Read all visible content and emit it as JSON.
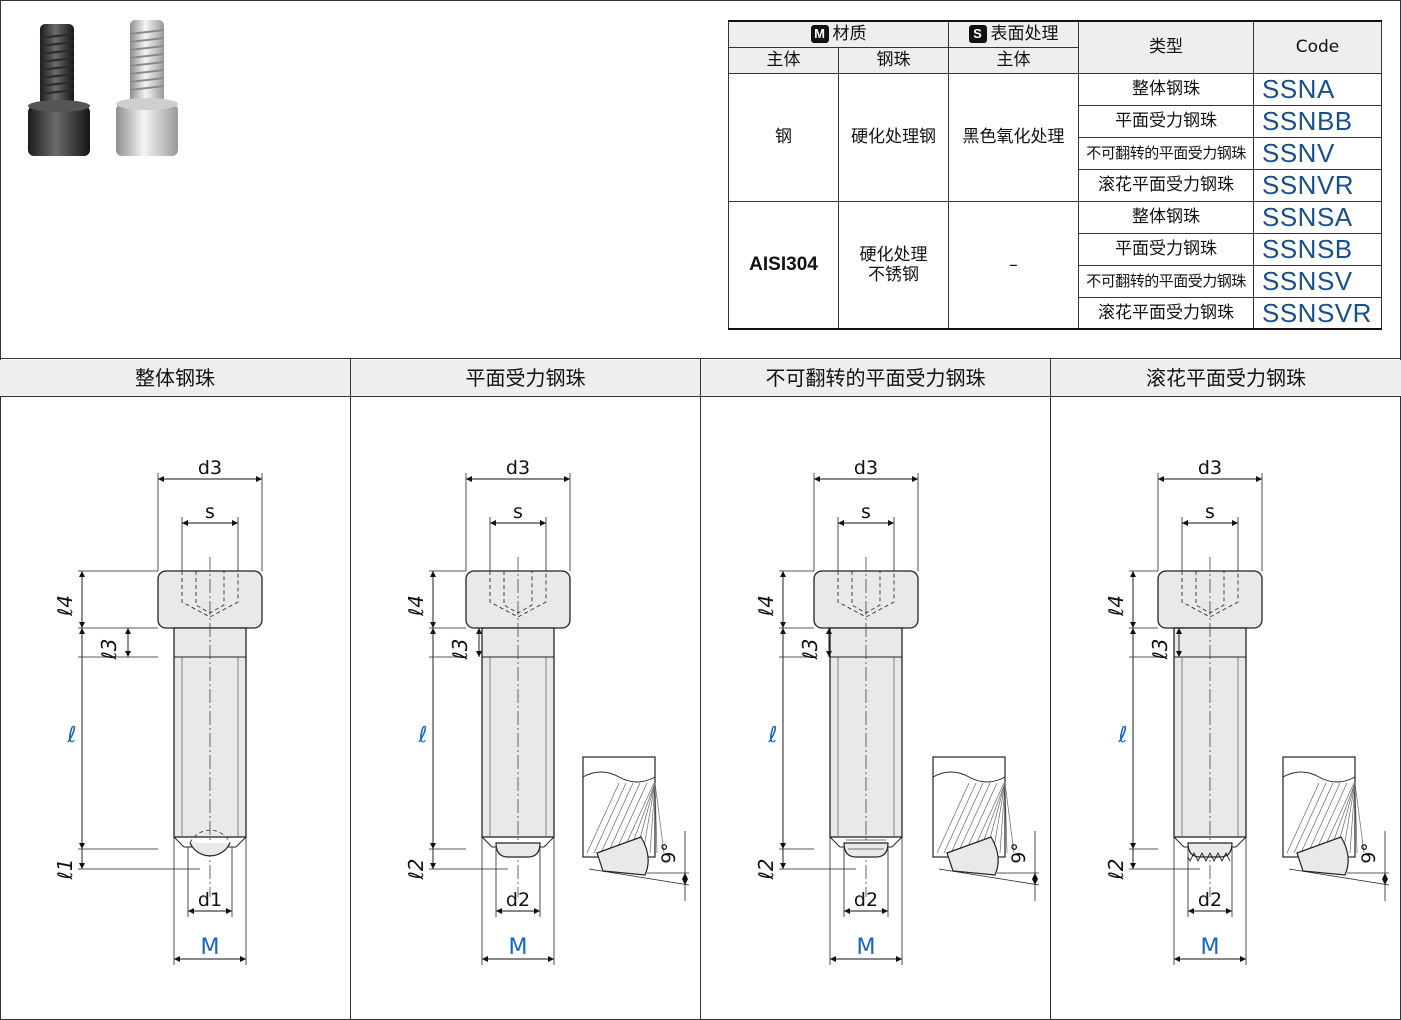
{
  "table": {
    "material_header": "材质",
    "material_badge": "M",
    "surface_header": "表面处理",
    "surface_badge": "S",
    "type_header": "类型",
    "code_header": "Code",
    "sub_body": "主体",
    "sub_ball": "钢珠",
    "sub_surface_body": "主体",
    "group1": {
      "body": "钢",
      "ball": "硬化处理钢",
      "surface": "黑色氧化处理",
      "rows": [
        {
          "type": "整体钢珠",
          "code": "SSNA"
        },
        {
          "type": "平面受力钢珠",
          "code": "SSNBB"
        },
        {
          "type": "不可翻转的平面受力钢珠",
          "code": "SSNV"
        },
        {
          "type": "滚花平面受力钢珠",
          "code": "SSNVR"
        }
      ]
    },
    "group2": {
      "body": "AISI304",
      "ball_line1": "硬化处理",
      "ball_line2": "不锈钢",
      "surface": "–",
      "rows": [
        {
          "type": "整体钢珠",
          "code": "SSNSA"
        },
        {
          "type": "平面受力钢珠",
          "code": "SSNSB"
        },
        {
          "type": "不可翻转的平面受力钢珠",
          "code": "SSNSV"
        },
        {
          "type": "滚花平面受力钢珠",
          "code": "SSNSVR"
        }
      ]
    },
    "code_color": "#1a4f8a"
  },
  "panels": [
    {
      "title": "整体钢珠"
    },
    {
      "title": "平面受力钢珠"
    },
    {
      "title": "不可翻转的平面受力钢珠"
    },
    {
      "title": "滚花平面受力钢珠"
    }
  ],
  "dims": {
    "d3": "d3",
    "s": "s",
    "l4": "ℓ4",
    "l3": "ℓ3",
    "l": "ℓ",
    "l1": "ℓ1",
    "l2": "ℓ2",
    "d1": "d1",
    "d2": "d2",
    "M": "M",
    "angle": "9°",
    "accent_color": "#1565c0"
  }
}
